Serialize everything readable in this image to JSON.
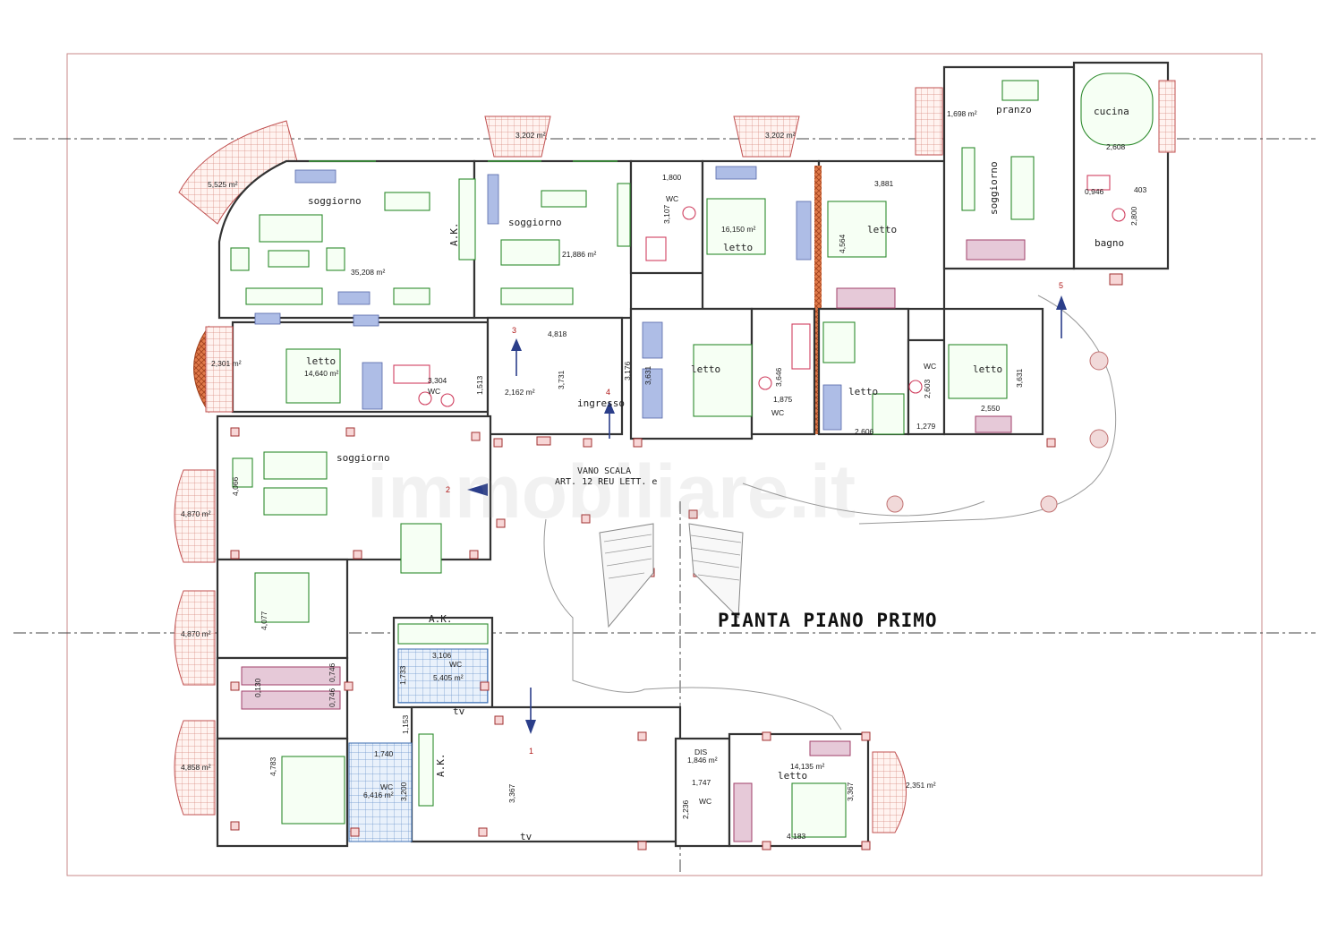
{
  "title": "PIANTA PIANO PRIMO",
  "watermark": "immobiliare.it",
  "stair_note": {
    "line1": "VANO SCALA",
    "line2": "ART. 12 REU LETT. e"
  },
  "rooms": {
    "soggiorno_1": "soggiorno",
    "soggiorno_2": "soggiorno",
    "soggiorno_3": "soggiorno",
    "soggiorno_4": "soggiorno",
    "pranzo": "pranzo",
    "cucina": "cucina",
    "bagno": "bagno",
    "letto_1": "letto",
    "letto_2": "letto",
    "letto_3": "letto",
    "letto_4": "letto",
    "letto_5": "letto",
    "letto_6": "letto",
    "letto_7": "letto",
    "ingresso": "ingresso",
    "dis": "DIS",
    "ak_1": "A.K.",
    "ak_2": "A.K.",
    "ak_3": "A.K.",
    "wc_1": "WC",
    "wc_2": "WC",
    "wc_3": "WC",
    "wc_4": "WC",
    "wc_5": "WC",
    "wc_6": "WC",
    "wc_7": "WC",
    "tv_1": "tv",
    "tv_2": "tv"
  },
  "areas": {
    "a_5525": "5,525 m²",
    "a_3202a": "3,202 m²",
    "a_3202b": "3,202 m²",
    "a_1698": "1,698 m²",
    "a_35208": "35,208 m²",
    "a_21886": "21,886 m²",
    "a_16150": "16,150 m²",
    "a_2301": "2,301 m²",
    "a_14640": "14,640 m²",
    "a_2162": "2,162 m²",
    "a_4870a": "4,870 m²",
    "a_4870b": "4,870 m²",
    "a_4858": "4,858 m²",
    "a_5405": "5,405 m²",
    "a_6416": "6,416 m²",
    "a_1846": "1,846 m²",
    "a_14135": "14,135 m²",
    "a_2351": "2,351 m²"
  },
  "dims": {
    "d_1800": "1,800",
    "d_3107": "3,107",
    "d_3881": "3,881",
    "d_4564": "4,564",
    "d_2608": "2,608",
    "d_0946": "0,946",
    "d_403": "403",
    "d_2800": "2,800",
    "d_4818": "4,818",
    "d_3731": "3,731",
    "d_3176": "3,176",
    "d_3631a": "3,631",
    "d_3646": "3,646",
    "d_1875": "1,875",
    "d_2606": "2,606",
    "d_2603": "2,603",
    "d_1279": "1,279",
    "d_2550": "2,550",
    "d_3631b": "3,631",
    "d_3304": "3,304",
    "d_1513": "1,513",
    "d_4066": "4,066",
    "d_4077": "4,077",
    "d_0130": "0,130",
    "d_0746a": "0,746",
    "d_0746b": "0,746",
    "d_3106": "3,106",
    "d_1733": "1,733",
    "d_1153": "1,153",
    "d_1740": "1,740",
    "d_4783": "4,783",
    "d_3200": "3,200",
    "d_3367a": "3,367",
    "d_1747": "1,747",
    "d_2236": "2,236",
    "d_4183": "4,183",
    "d_3367b": "3,367"
  },
  "entrance_numbers": {
    "n1": "1",
    "n2": "2",
    "n3": "3",
    "n4": "4",
    "n5": "5"
  }
}
